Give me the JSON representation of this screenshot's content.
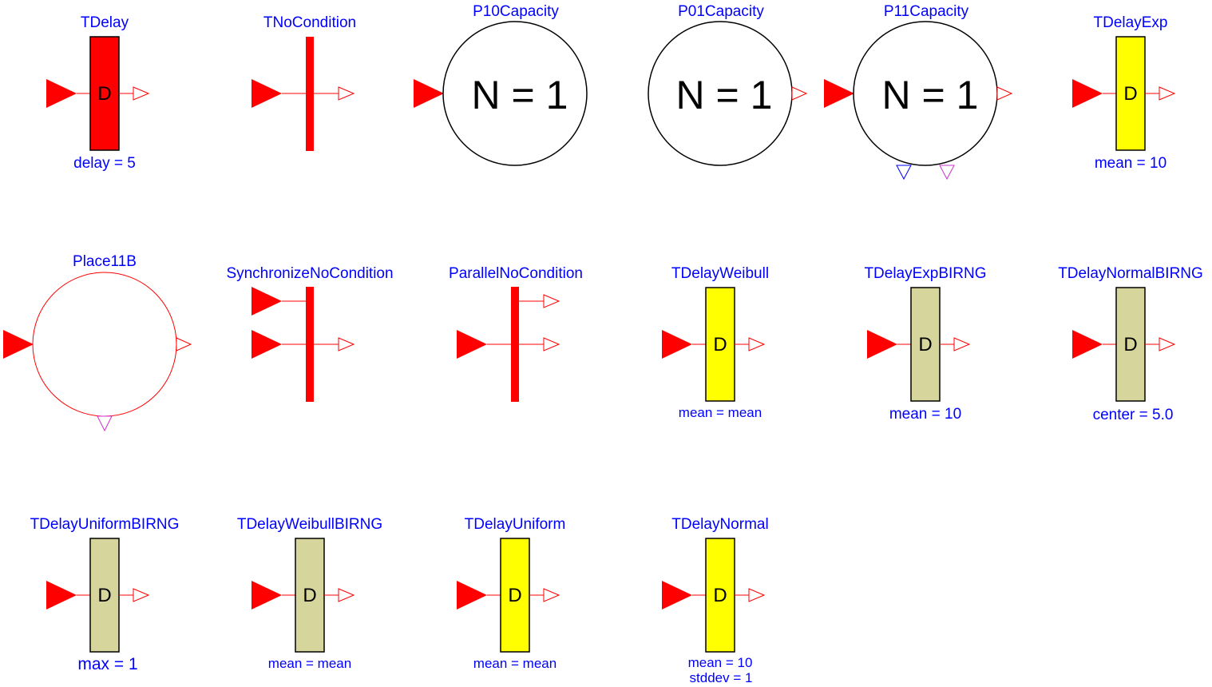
{
  "colors": {
    "label": "#0000ff",
    "transition": "#ff0000",
    "delay_red": "#ff0000",
    "delay_yellow": "#ffff00",
    "delay_khaki": "#d6d69c",
    "place_outline": "#000000",
    "place11b_outline": "#ff0000",
    "blue_port": "#0000ff",
    "magenta_port": "#cc33cc"
  },
  "components": {
    "tdelay": {
      "name": "TDelay",
      "letter": "D",
      "param": "delay = 5"
    },
    "tnocondition": {
      "name": "TNoCondition"
    },
    "p10capacity": {
      "name": "P10Capacity",
      "text": "N = 1"
    },
    "p01capacity": {
      "name": "P01Capacity",
      "text": "N = 1"
    },
    "p11capacity": {
      "name": "P11Capacity",
      "text": "N = 1"
    },
    "tdelayexp": {
      "name": "TDelayExp",
      "letter": "D",
      "param": "mean = 10"
    },
    "place11b": {
      "name": "Place11B"
    },
    "synchronizenocondition": {
      "name": "SynchronizeNoCondition"
    },
    "parallelnocondition": {
      "name": "ParallelNoCondition"
    },
    "tdelayweibull": {
      "name": "TDelayWeibull",
      "letter": "D",
      "param": "mean = mean"
    },
    "tdelayexpbirng": {
      "name": "TDelayExpBIRNG",
      "letter": "D",
      "param": "mean = 10"
    },
    "tdelaynormalbirng": {
      "name": "TDelayNormalBIRNG",
      "letter": "D",
      "param": "center = 5.0"
    },
    "tdelayuniformbirng": {
      "name": "TDelayUniformBIRNG",
      "letter": "D",
      "param": "max = 1"
    },
    "tdelayweibullbirng": {
      "name": "TDelayWeibullBIRNG",
      "letter": "D",
      "param": "mean = mean"
    },
    "tdelayuniform": {
      "name": "TDelayUniform",
      "letter": "D",
      "param": "mean = mean"
    },
    "tdelaynormal": {
      "name": "TDelayNormal",
      "letter": "D",
      "param": "mean = 10",
      "param2": "stddev = 1"
    }
  }
}
